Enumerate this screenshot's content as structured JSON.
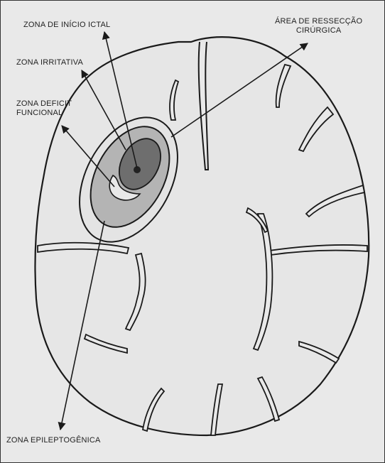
{
  "labels": {
    "ictal_onset_zone": "ZONA DE INÍCIO ICTAL",
    "irritative_zone": "ZONA IRRITATIVA",
    "functional_deficit_zone_line1": "ZONA DEFICIT",
    "functional_deficit_zone_line2": "FUNCIONAL",
    "resection_area_line1": "ÁREA DE RESSECÇÃO",
    "resection_area_line2": "CIRÚRGICA",
    "epileptogenic_zone": "ZONA EPILEPTOGÊNICA"
  },
  "colors": {
    "background": "#e9e9e9",
    "outline": "#1a1a1a",
    "irritative_fill": "#e4e4e4",
    "epileptogenic_fill": "#b4b4b4",
    "deficit_fill": "#e8e8e8",
    "onset_fill": "#6e6e6e",
    "core_fill": "#222222"
  }
}
